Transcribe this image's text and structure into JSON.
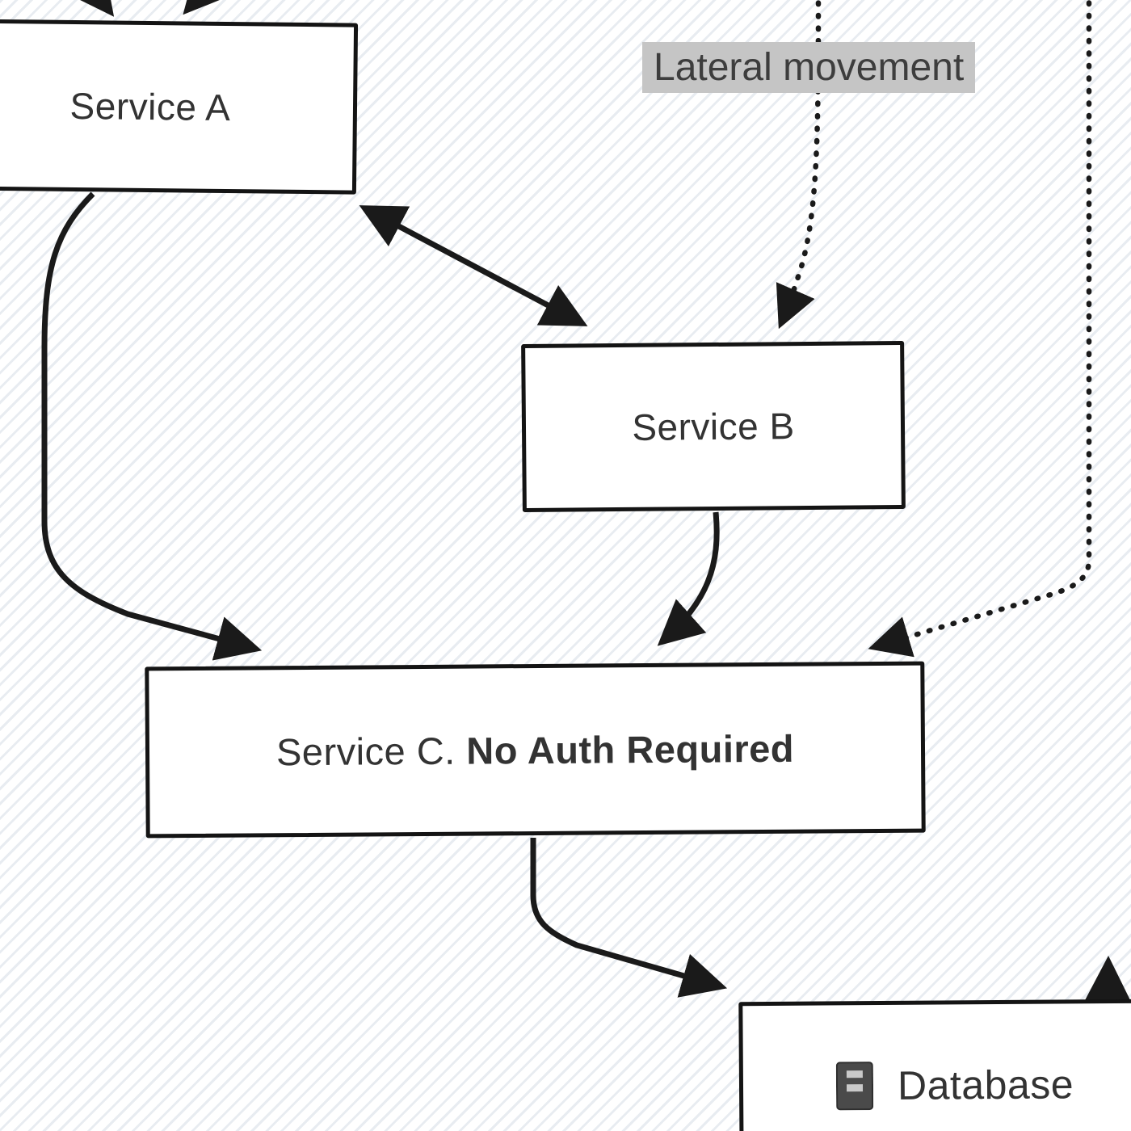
{
  "diagram": {
    "nodes": {
      "service_a": {
        "label": "Service A"
      },
      "service_b": {
        "label": "Service B"
      },
      "service_c": {
        "label_prefix": "Service C. ",
        "label_bold": "No Auth Required"
      },
      "database": {
        "label": "Database",
        "icon": "database-icon"
      }
    },
    "annotations": {
      "lateral_movement": {
        "label": "Lateral movement"
      }
    },
    "edges": [
      {
        "name": "edge-service-a-service-b",
        "style": "solid",
        "bidirectional": true
      },
      {
        "name": "edge-lateral-movement-to-service-b",
        "style": "dotted"
      },
      {
        "name": "edge-lateral-movement-to-service-c",
        "style": "dotted"
      },
      {
        "name": "edge-service-a-to-service-c",
        "style": "solid"
      },
      {
        "name": "edge-service-b-to-service-c",
        "style": "solid"
      },
      {
        "name": "edge-service-c-to-database",
        "style": "solid"
      },
      {
        "name": "edge-incoming-service-a-left",
        "style": "solid"
      },
      {
        "name": "edge-incoming-service-a-right",
        "style": "solid"
      },
      {
        "name": "edge-database-upward",
        "style": "solid"
      }
    ],
    "colors": {
      "edge_stroke": "#1a1a1a",
      "node_border": "#141414",
      "node_fill": "#ffffff",
      "text": "#333333",
      "label_highlight": "#c5c5c5",
      "background_hatch": "#cbd6e0"
    }
  }
}
